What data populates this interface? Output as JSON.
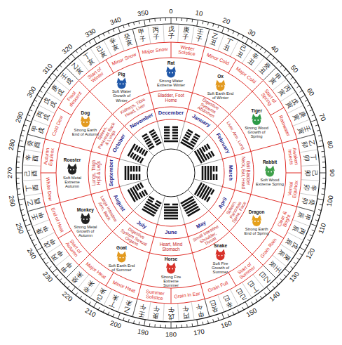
{
  "diagram": {
    "labels": [
      "0",
      "10",
      "20",
      "30",
      "40",
      "50",
      "60",
      "70",
      "80",
      "90",
      "100",
      "110",
      "120",
      "130",
      "140",
      "150",
      "160",
      "170",
      "180",
      "190",
      "200",
      "210",
      "220",
      "230",
      "240",
      "250",
      "260",
      "270",
      "280",
      "290",
      "300",
      "310",
      "320",
      "330",
      "340",
      "350",
      "甲子",
      "丙子",
      "戊子",
      "庚子",
      "壬子",
      "乙丑",
      "丁丑",
      "己丑",
      "辛丑",
      "癸丑",
      "甲寅",
      "丙寅",
      "戊寅",
      "庚寅",
      "壬寅",
      "乙卯",
      "丁卯",
      "己卯",
      "辛卯",
      "癸卯",
      "甲辰",
      "丙辰",
      "戊辰",
      "庚辰",
      "壬辰",
      "乙巳",
      "丁巳",
      "己巳",
      "辛巳",
      "癸巳",
      "甲午",
      "丙午",
      "戊午",
      "庚午",
      "壬午",
      "乙未",
      "丁未",
      "己未",
      "辛未",
      "癸未",
      "甲申",
      "丙申",
      "戊申",
      "庚申",
      "壬申",
      "乙酉",
      "丁酉",
      "己酉",
      "辛酉",
      "癸酉",
      "甲戌",
      "丙戌",
      "戊戌",
      "庚戌",
      "壬戌",
      "乙亥",
      "丁亥",
      "己亥",
      "辛亥",
      "癸亥",
      "Winter Solstice",
      "Minor Cold",
      "Major Cold",
      "Start of Spring",
      "Rainwater",
      "Awaken Insects",
      "Vernal Equinox",
      "Clear & Bright",
      "Grain Rain",
      "Start of Summer",
      "Grain Full",
      "Grain in Ear",
      "Summer Solstice",
      "Minor Heat",
      "Major Heat",
      "Start of Autumn",
      "End of Heat",
      "White Dew",
      "Autumn Equinox",
      "Cold Dew",
      "Frost descent",
      "Start of Winter",
      "Minor Snow",
      "Major Snow",
      "Rat",
      "Ox",
      "Tiger",
      "Rabbit",
      "Dragon",
      "Snake",
      "Horse",
      "Goat",
      "Monkey",
      "Rooster",
      "Dog",
      "Pig",
      "Strong Water Extreme Winter",
      "Soft Earth End of Winter",
      "Strong Wood Growth of Spring",
      "Soft Wood Extreme Spring",
      "Strong Earth End of Spring",
      "Soft Fire Growth of Summer",
      "Strong Fire Extreme Summer",
      "Soft Earth End of Summer",
      "Strong Metal Growth of Autumn",
      "Soft Metal Extreme Autumn",
      "Strong Earth End of Autumn",
      "Soft Water Growth of Winter",
      "Bladder, Foot Home",
      "Digestive Systems Abdomen",
      "Liver, Arm, Lung",
      "Gall Bladder Neck, Ear, Head",
      "Spleen, Pancreas Spine, Face",
      "Small Intestine Shoulder, Throat",
      "Heart, Mind Stomach",
      "Digestive System Sexual Organs",
      "Large Intestine Arm, Back",
      "Lungs, Thigh Hips & Legs",
      "Spleen, Pancreas Back & Lungs",
      "Kidneys, Tibia Head, Liver",
      "December",
      "January",
      "February",
      "March",
      "April",
      "May",
      "June",
      "July",
      "August",
      "September",
      "October",
      "November"
    ]
  }
}
